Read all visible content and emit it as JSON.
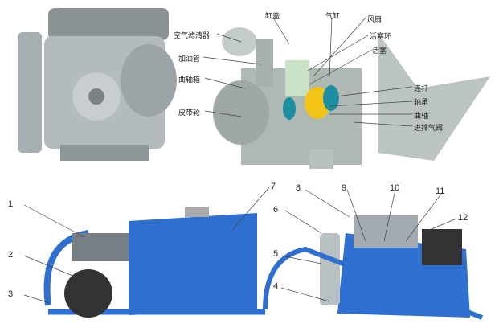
{
  "top_labels": {
    "cylinder_head": "缸盖",
    "cylinder": "气缸",
    "fan": "风扇",
    "piston_ring": "活塞环",
    "piston": "活塞",
    "air_filter": "空气滤清器",
    "oil_pipe": "加油管",
    "crankcase": "曲轴箱",
    "pulley": "皮带轮",
    "connecting_rod": "连杆",
    "bearing": "轴承",
    "crankshaft": "曲轴",
    "valve": "进排气阀"
  },
  "callouts_left": [
    "1",
    "2",
    "3",
    "7"
  ],
  "callouts_right": [
    "4",
    "5",
    "6",
    "8",
    "9",
    "10",
    "11",
    "12"
  ],
  "colors": {
    "frame_blue": "#2f6fd0",
    "metal_grey": "#9aa3a6",
    "cad_grey": "#b8c0bc",
    "bearing_yellow": "#f2c418",
    "bearing_teal": "#1e8fa0"
  }
}
